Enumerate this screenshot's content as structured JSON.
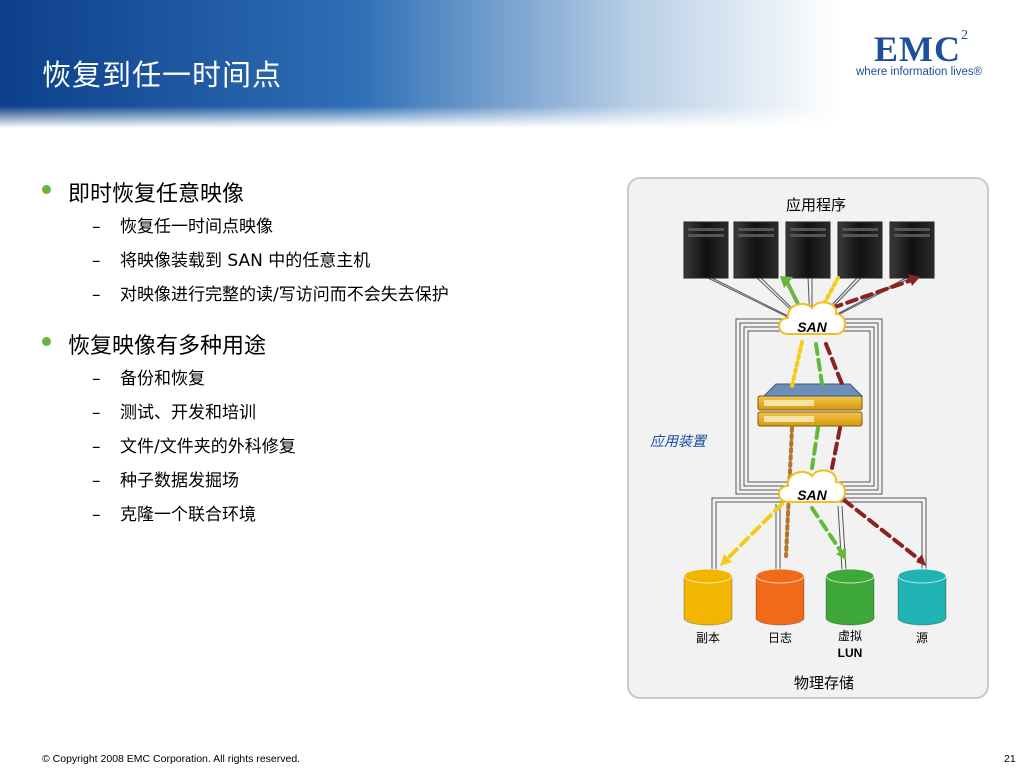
{
  "slide": {
    "title": "恢复到任一时间点",
    "logo": {
      "text": "EMC",
      "superscript": "2",
      "tagline": "where information lives®"
    },
    "bullets": [
      {
        "text": "即时恢复任意映像",
        "subitems": [
          "恢复任一时间点映像",
          "将映像装载到 SAN 中的任意主机",
          "对映像进行完整的读/写访问而不会失去保护"
        ]
      },
      {
        "text": "恢复映像有多种用途",
        "subitems": [
          "备份和恢复",
          "测试、开发和培训",
          "文件/文件夹的外科修复",
          "种子数据发掘场",
          "克隆一个联合环境"
        ]
      }
    ],
    "footer": "© Copyright 2008 EMC Corporation. All rights reserved.",
    "page_number": "21"
  },
  "diagram": {
    "top_label": "应用程序",
    "san_top": "SAN",
    "appliance_label": "应用装置",
    "san_bottom": "SAN",
    "storage_label": "物理存储",
    "disks": [
      {
        "label": "副本",
        "color": "#f2b600"
      },
      {
        "label": "日志",
        "color": "#f06a1a"
      },
      {
        "label": "虚拟",
        "label2": "LUN",
        "color": "#3ea83a"
      },
      {
        "label": "源",
        "color": "#1fb3b3"
      }
    ],
    "colors": {
      "yellow": "#f5cb18",
      "green": "#66b83a",
      "darkred": "#8a2224",
      "brown": "#b8742a",
      "blue": "#1a4fa0"
    }
  }
}
